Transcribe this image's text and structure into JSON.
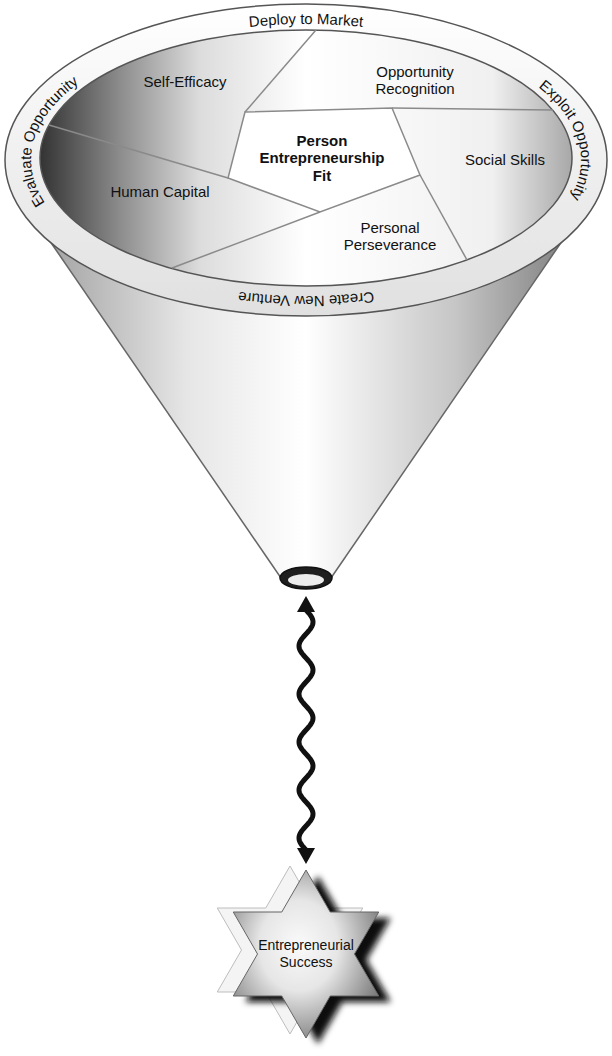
{
  "diagram": {
    "nodes": [
      {
        "text": [
          "Deploy to Market",
          "Exploit Opportunity",
          "Create New Venture",
          "Evaluate Opportunity"
        ]
      },
      {
        "text": [
          "Self-Efficacy"
        ],
        "in": 0
      },
      {
        "text": [
          "Opportunity Recognition"
        ],
        "in": 0
      },
      {
        "text": [
          "Person Entrepreneurship Fit"
        ],
        "in": 0
      },
      {
        "text": [
          "Social Skills"
        ],
        "in": 0
      },
      {
        "text": [
          "Human Capital"
        ],
        "in": 0
      },
      {
        "text": [
          "Personal Perseverance"
        ],
        "in": 0
      },
      {
        "text": [
          "Entrepreneurial Success"
        ]
      }
    ],
    "edges": [
      {
        "from": 0,
        "to": 7,
        "arrow": "both"
      }
    ]
  }
}
